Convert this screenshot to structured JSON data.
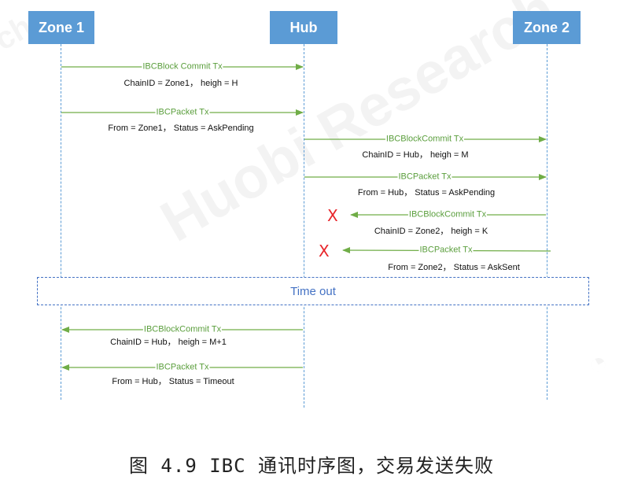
{
  "watermark": "Huobi Research",
  "participants": {
    "zone1": "Zone 1",
    "hub": "Hub",
    "zone2": "Zone 2"
  },
  "messages": [
    {
      "label": "IBCBlock Commit Tx",
      "detail": "ChainID = Zone1， heigh = H"
    },
    {
      "label": "IBCPacket Tx",
      "detail": "From = Zone1， Status = AskPending"
    },
    {
      "label": "IBCBlockCommit Tx",
      "detail": "ChainID = Hub， heigh = M"
    },
    {
      "label": "IBCPacket Tx",
      "detail": "From = Hub， Status = AskPending"
    },
    {
      "label": "IBCBlockCommit Tx",
      "detail": "ChainID = Zone2， heigh = K",
      "failed": true
    },
    {
      "label": "IBCPacket Tx",
      "detail": "From = Zone2， Status = AskSent",
      "failed": true
    },
    {
      "label": "IBCBlockCommit Tx",
      "detail": "ChainID = Hub， heigh = M+1"
    },
    {
      "label": "IBCPacket Tx",
      "detail": "From = Hub， Status = Timeout"
    }
  ],
  "failure_mark": "X",
  "timeout_label": "Time out",
  "caption": "图 4.9 IBC 通讯时序图，交易发送失败",
  "colors": {
    "participant_fill": "#5b9bd5",
    "arrow": "#70ad47",
    "label_text": "#5a9e3c",
    "failure": "#e8262b",
    "timeout_border": "#4472c4"
  }
}
